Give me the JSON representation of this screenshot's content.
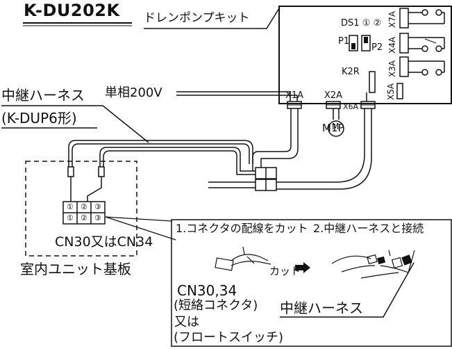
{
  "title": "K-DU202K",
  "drain_pump_kit": "ドレンポンプキット",
  "pcb": {
    "ds1": "DS1",
    "switch_pos1": "①",
    "switch_pos2": "②",
    "p1": "P1",
    "p2": "P2",
    "x7a": "X7A",
    "x4a": "X4A",
    "x3a": "X3A",
    "k2r": "K2R",
    "x5a": "X5A",
    "x1a": "X1A",
    "x2a": "X2A",
    "x6a": "X6A",
    "m1p": "M1P",
    "motor_symbol": "M"
  },
  "relay_harness": "中継ハーネス",
  "relay_harness_model": "(K-DUP6形)",
  "power_supply": "単相200V",
  "terminal_numbers": [
    "①",
    "②",
    "③"
  ],
  "connector_label": "CN30又はCN34",
  "indoor_board": "室内ユニット基板",
  "step1": "1.コネクタの配線をカット",
  "step2": "2.中継ハーネスと接続",
  "cut_label": "カット",
  "cn3034": "CN30,34",
  "short_connector": "(短絡コネクタ)",
  "or": "又は",
  "relay_harness_2": "中継ハーネス",
  "float_switch": "(フロートスイッチ)"
}
